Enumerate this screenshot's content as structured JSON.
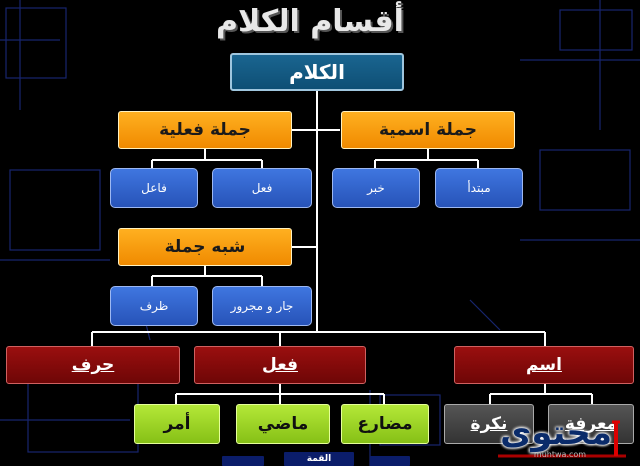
{
  "title": "أقسام الكلام",
  "root": "الكلام",
  "nominal_sentence": {
    "label": "جملة اسمية",
    "children": [
      "مبتدأ",
      "خبر"
    ]
  },
  "verbal_sentence": {
    "label": "جملة فعلية",
    "children": [
      "فعل",
      "فاعل"
    ]
  },
  "semi_sentence": {
    "label": "شبه جملة",
    "children": [
      "جار و مجرور",
      "ظرف"
    ]
  },
  "parts": {
    "noun": "اسم",
    "verb": "فعل",
    "particle": "حرف"
  },
  "verb_types": [
    "مضارع",
    "ماضي",
    "أمر"
  ],
  "noun_types": [
    "معرفة",
    "نكرة"
  ],
  "bottom_labels": [
    "القمة"
  ],
  "watermark": {
    "brand": "محتوى",
    "domain": "muhtwa.com"
  },
  "colors": {
    "root": "#135d87",
    "orange": "#f59a0a",
    "blue": "#3366cc",
    "red": "#8b0a0a",
    "green": "#9bd21f",
    "gray": "#444444",
    "lines": "#ffffff"
  }
}
